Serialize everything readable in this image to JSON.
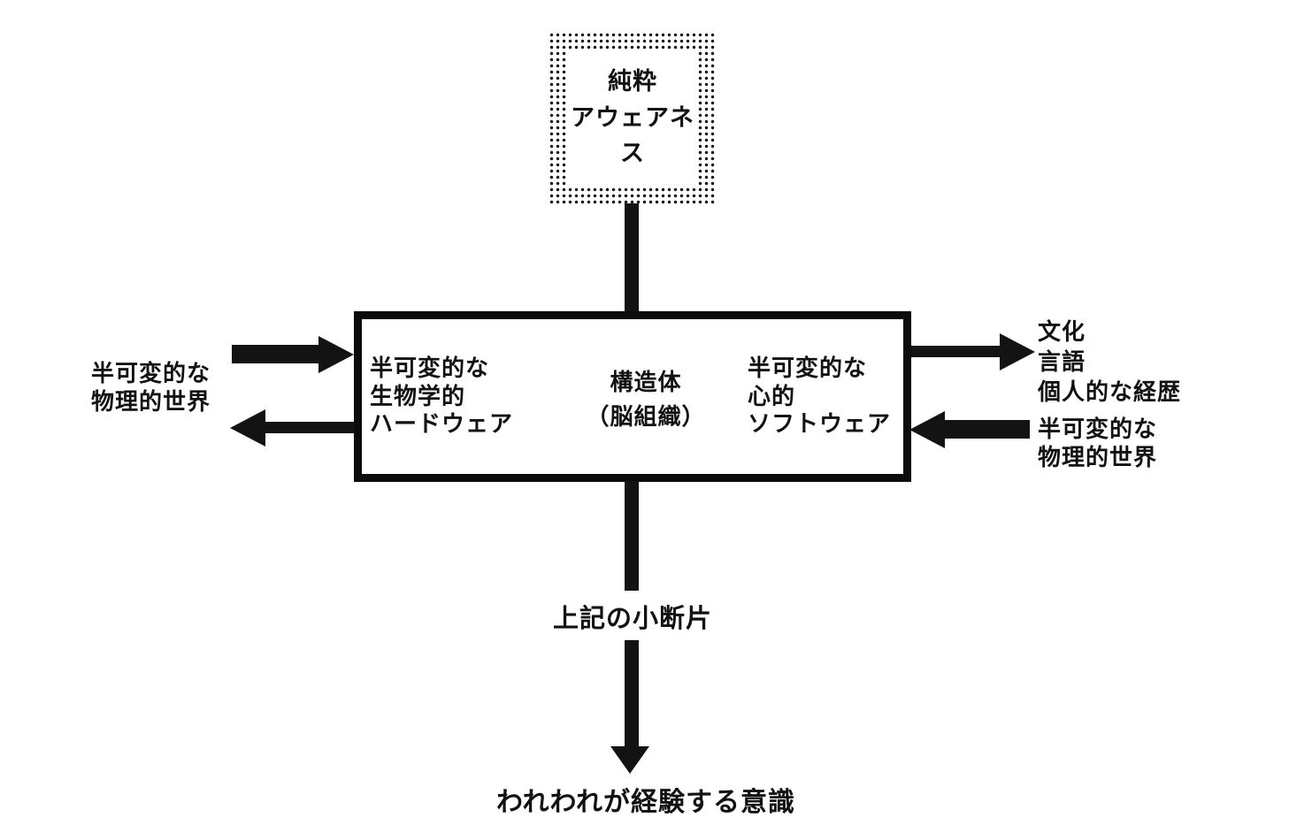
{
  "diagram": {
    "pure_awareness_box": "純粋\nアウェアネス",
    "main_box": {
      "hardware": "半可変的な\n生物学的\nハードウェア",
      "structure": "構造体\n（脳組織）",
      "software": "半可変的な\n心的\nソフトウェア"
    },
    "left_world_label": "半可変的な\n物理的世界",
    "right_culture_label": "文化\n言語\n個人的な経歴",
    "right_world_label": "半可変的な\n物理的世界",
    "fragment_label": "上記の小断片",
    "consciousness_label": "われわれが経験する意識",
    "icons": {
      "arrow_style": "thick-black-css-triangle",
      "top_box_border": "stippled-dot-grid-ring"
    },
    "colors": {
      "ink": "#111111",
      "background": "#ffffff"
    }
  }
}
